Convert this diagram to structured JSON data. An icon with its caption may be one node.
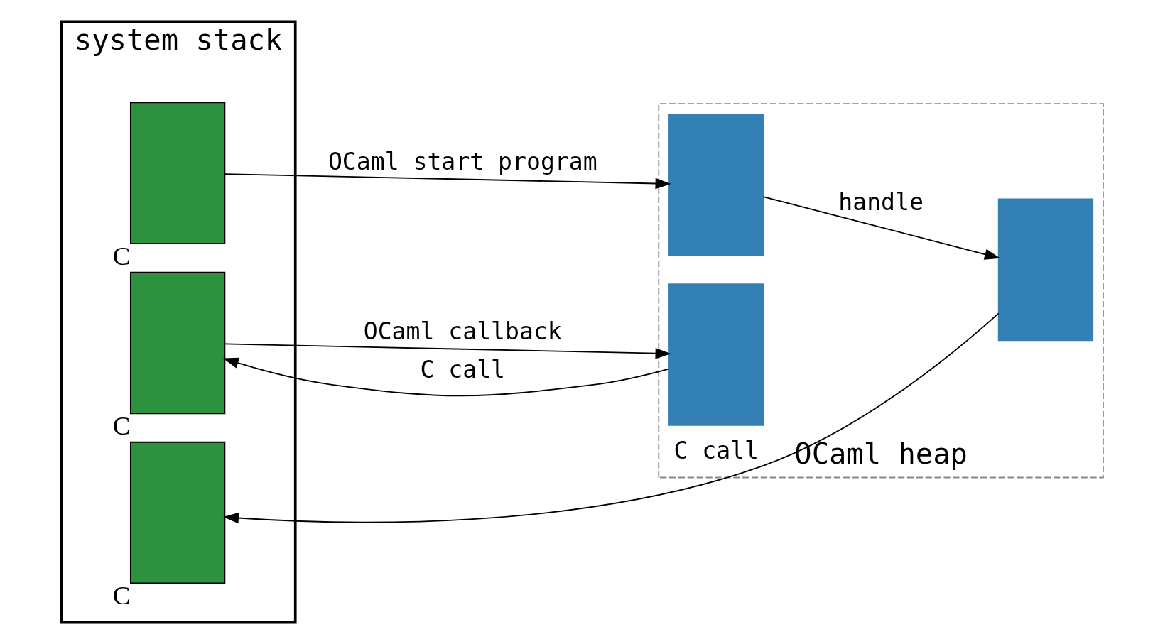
{
  "diagram": {
    "nodes": [
      {
        "text": [
          "system stack"
        ]
      },
      {
        "text": [],
        "shape": "box",
        "in": 0,
        "beside": [
          "C"
        ]
      },
      {
        "text": [],
        "shape": "box",
        "in": 0,
        "beside": [
          "C"
        ]
      },
      {
        "text": [],
        "shape": "box",
        "in": 0,
        "beside": [
          "C"
        ]
      },
      {
        "text": [
          "OCaml heap"
        ]
      },
      {
        "text": [],
        "shape": "box",
        "in": 4
      },
      {
        "text": [],
        "shape": "box",
        "in": 4
      },
      {
        "text": [],
        "shape": "box",
        "in": 4
      }
    ],
    "edges": [
      {
        "from": 1,
        "to": 5,
        "arrow": "to",
        "label": "OCaml start program"
      },
      {
        "from": 5,
        "to": 6,
        "arrow": "to",
        "label": "handle"
      },
      {
        "from": 6,
        "to": 2,
        "arrow": "to",
        "label": "C call"
      },
      {
        "from": 3,
        "to": 7,
        "arrow": "to",
        "label": "OCaml callback"
      },
      {
        "from": 7,
        "to": 3,
        "arrow": "to",
        "label": "C call"
      }
    ]
  }
}
